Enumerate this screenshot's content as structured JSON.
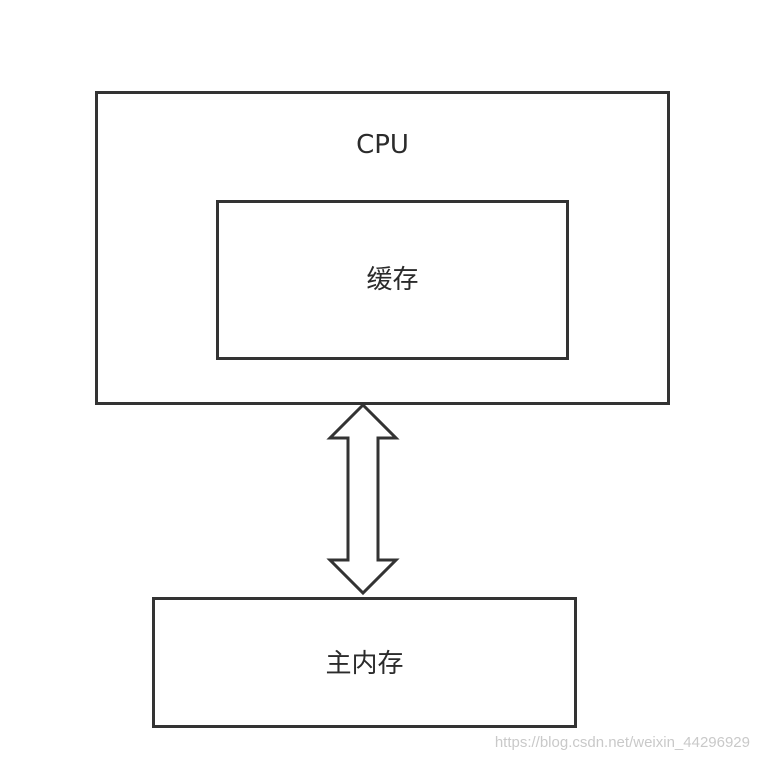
{
  "diagram": {
    "cpu": {
      "label": "CPU"
    },
    "cache": {
      "label": "缓存"
    },
    "main_memory": {
      "label": "主内存"
    },
    "connector": {
      "icon": "double-arrow-icon"
    }
  },
  "watermark": {
    "text": "https://blog.csdn.net/weixin_44296929"
  },
  "colors": {
    "stroke": "#333333",
    "text": "#2b2b2b",
    "watermark": "#c9c9c9",
    "background": "#ffffff"
  }
}
